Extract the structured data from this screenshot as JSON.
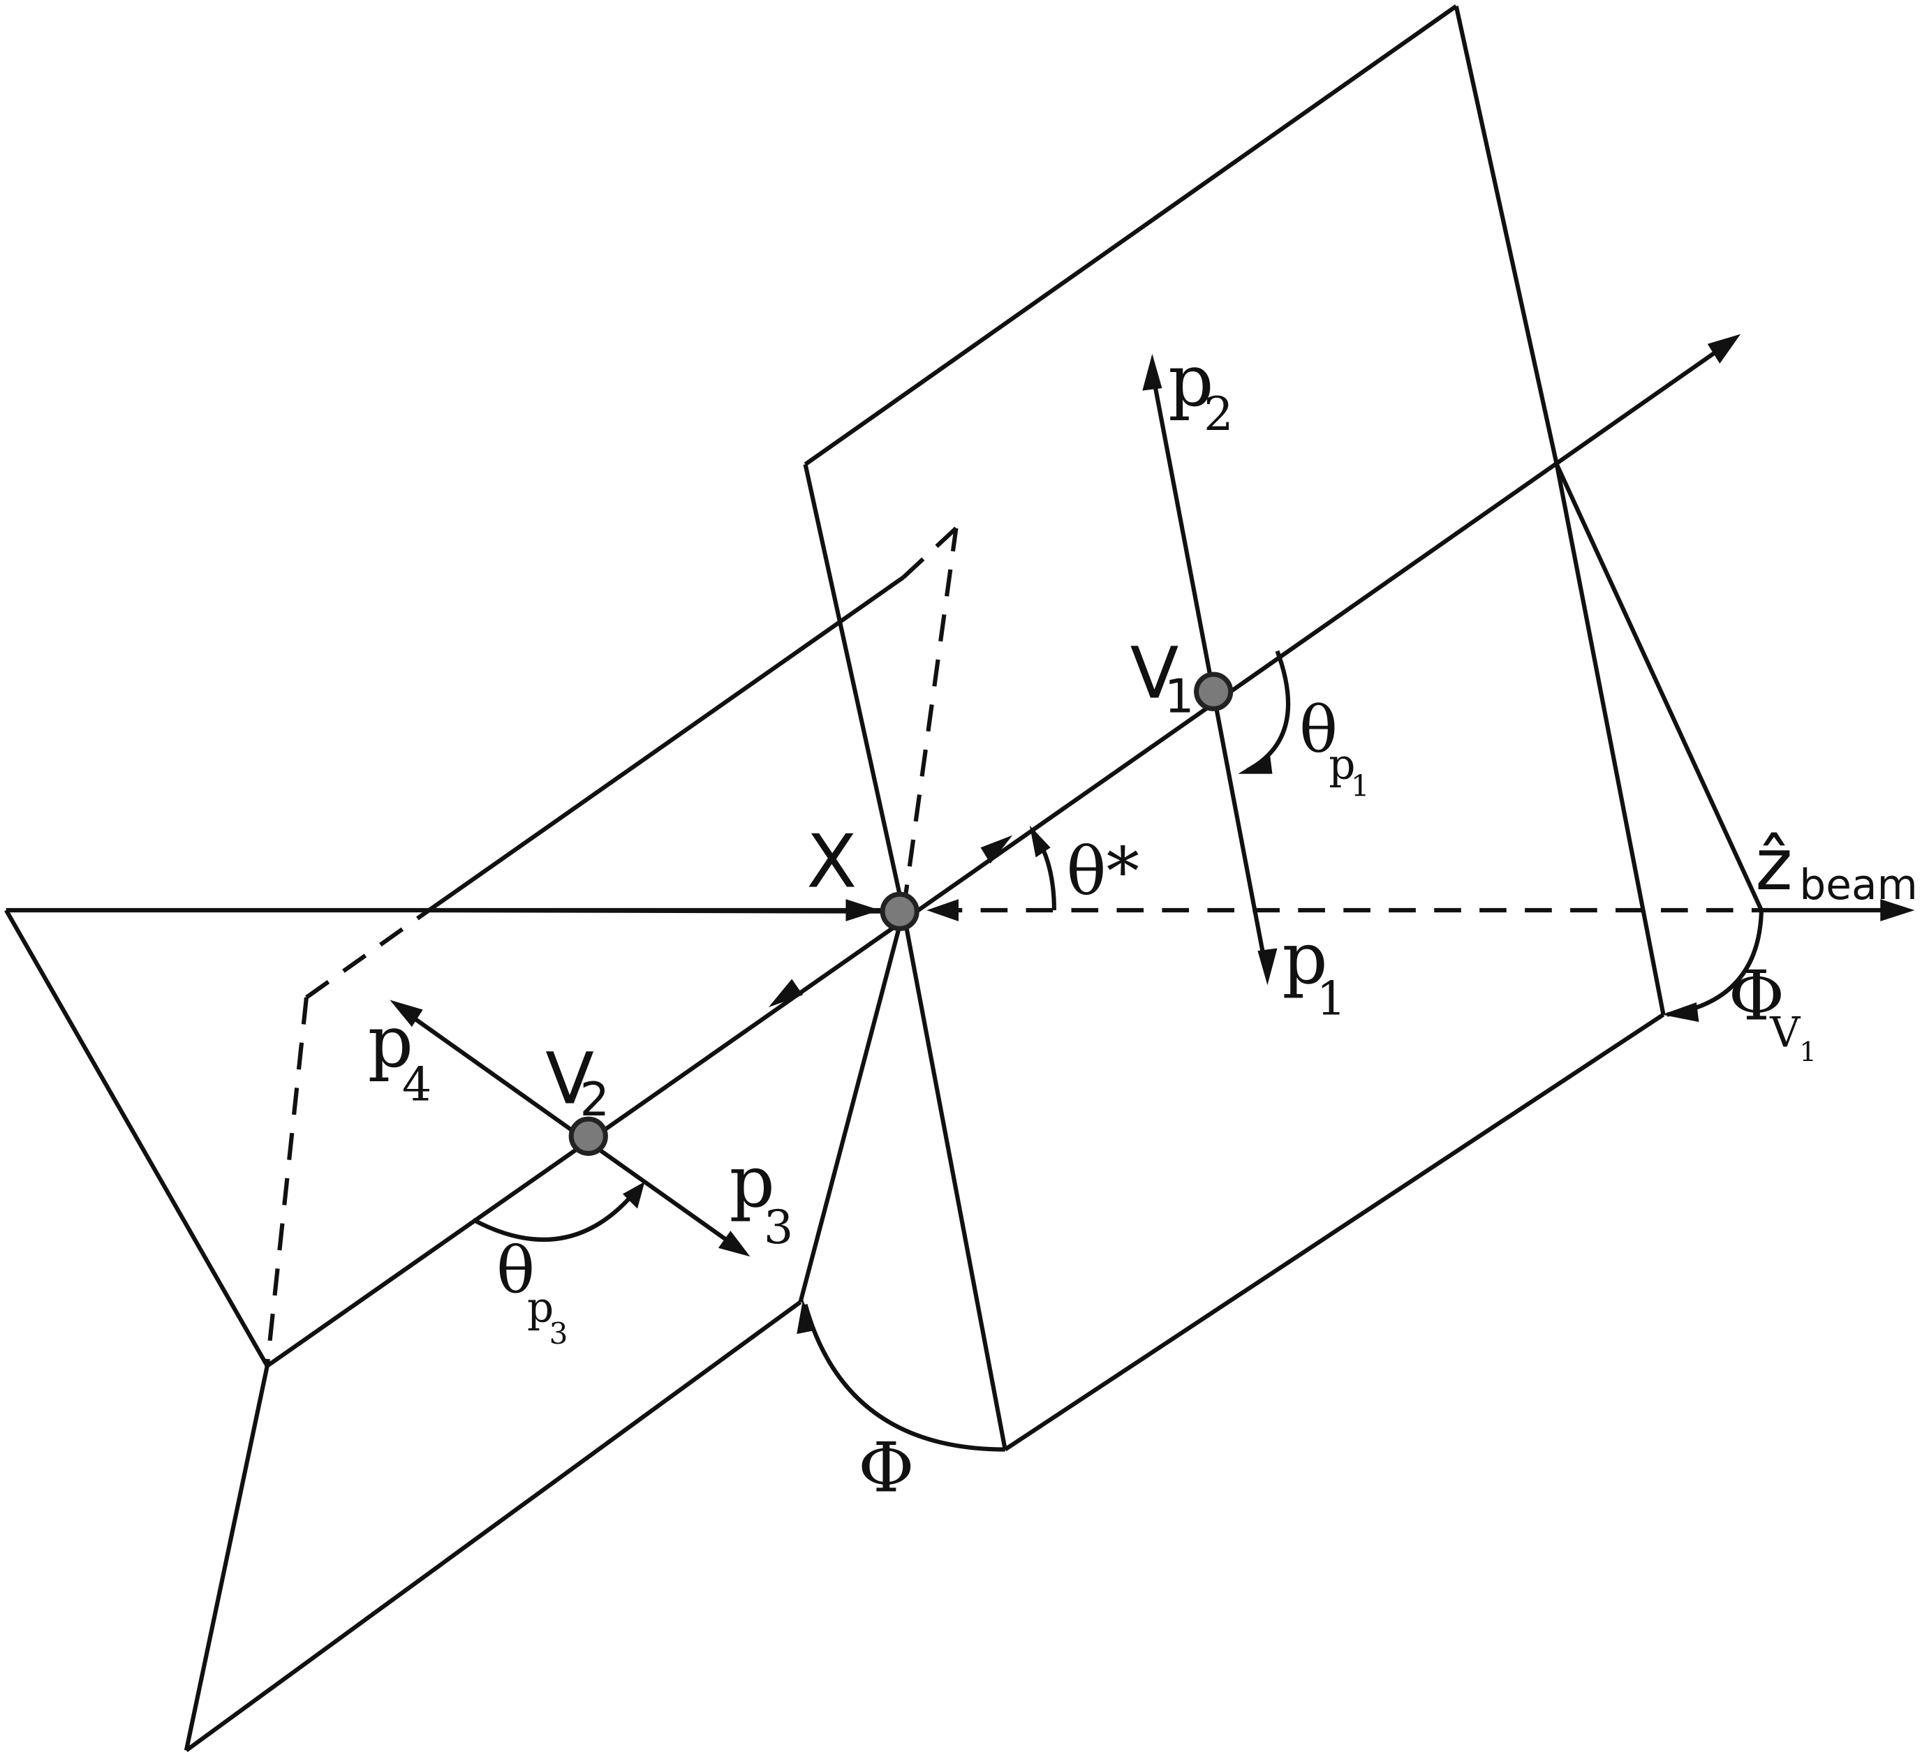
{
  "labels": {
    "X": "X",
    "V1_main": "V",
    "V1_sub": "1",
    "V2_main": "V",
    "V2_sub": "2",
    "p1_main": "p",
    "p1_sub": "1",
    "p2_main": "p",
    "p2_sub": "2",
    "p3_main": "p",
    "p3_sub": "3",
    "p4_main": "p",
    "p4_sub": "4",
    "theta_star": "θ*",
    "theta_p1_main": "θ",
    "theta_p1_sub1": "p",
    "theta_p1_sub2": "1",
    "theta_p3_main": "θ",
    "theta_p3_sub1": "p",
    "theta_p3_sub2": "3",
    "Phi": "Φ",
    "PhiV1_main": "Φ",
    "PhiV1_sub1": "V",
    "PhiV1_sub2": "1",
    "zbeam_main": "ẑ",
    "zbeam_sub": "beam"
  },
  "colors": {
    "line": "#111111",
    "vertex_fill": "#7a7a7a",
    "background": "#ffffff"
  }
}
